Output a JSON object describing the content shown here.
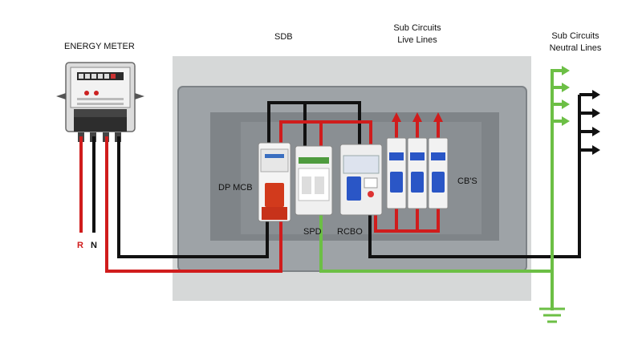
{
  "labels": {
    "energy_meter": "ENERGY METER",
    "sdb": "SDB",
    "sub_live_1": "Sub Circuits",
    "sub_live_2": "Live Lines",
    "sub_neutral_1": "Sub Circuits",
    "sub_neutral_2": "Neutral Lines",
    "dp_mcb": "DP MCB",
    "spd": "SPD",
    "rcbo": "RCBO",
    "cbs": "CB'S",
    "r": "R",
    "n": "N"
  },
  "colors": {
    "live": "#d01c1c",
    "neutral": "#111111",
    "earth": "#6cbf45",
    "board_outer": "#d6d8d8",
    "board_inner": "#8a8f93",
    "breaker_blue": "#2a56c6"
  },
  "icons": {
    "ground": "earth-ground-icon",
    "arrow": "arrow-right-icon"
  }
}
